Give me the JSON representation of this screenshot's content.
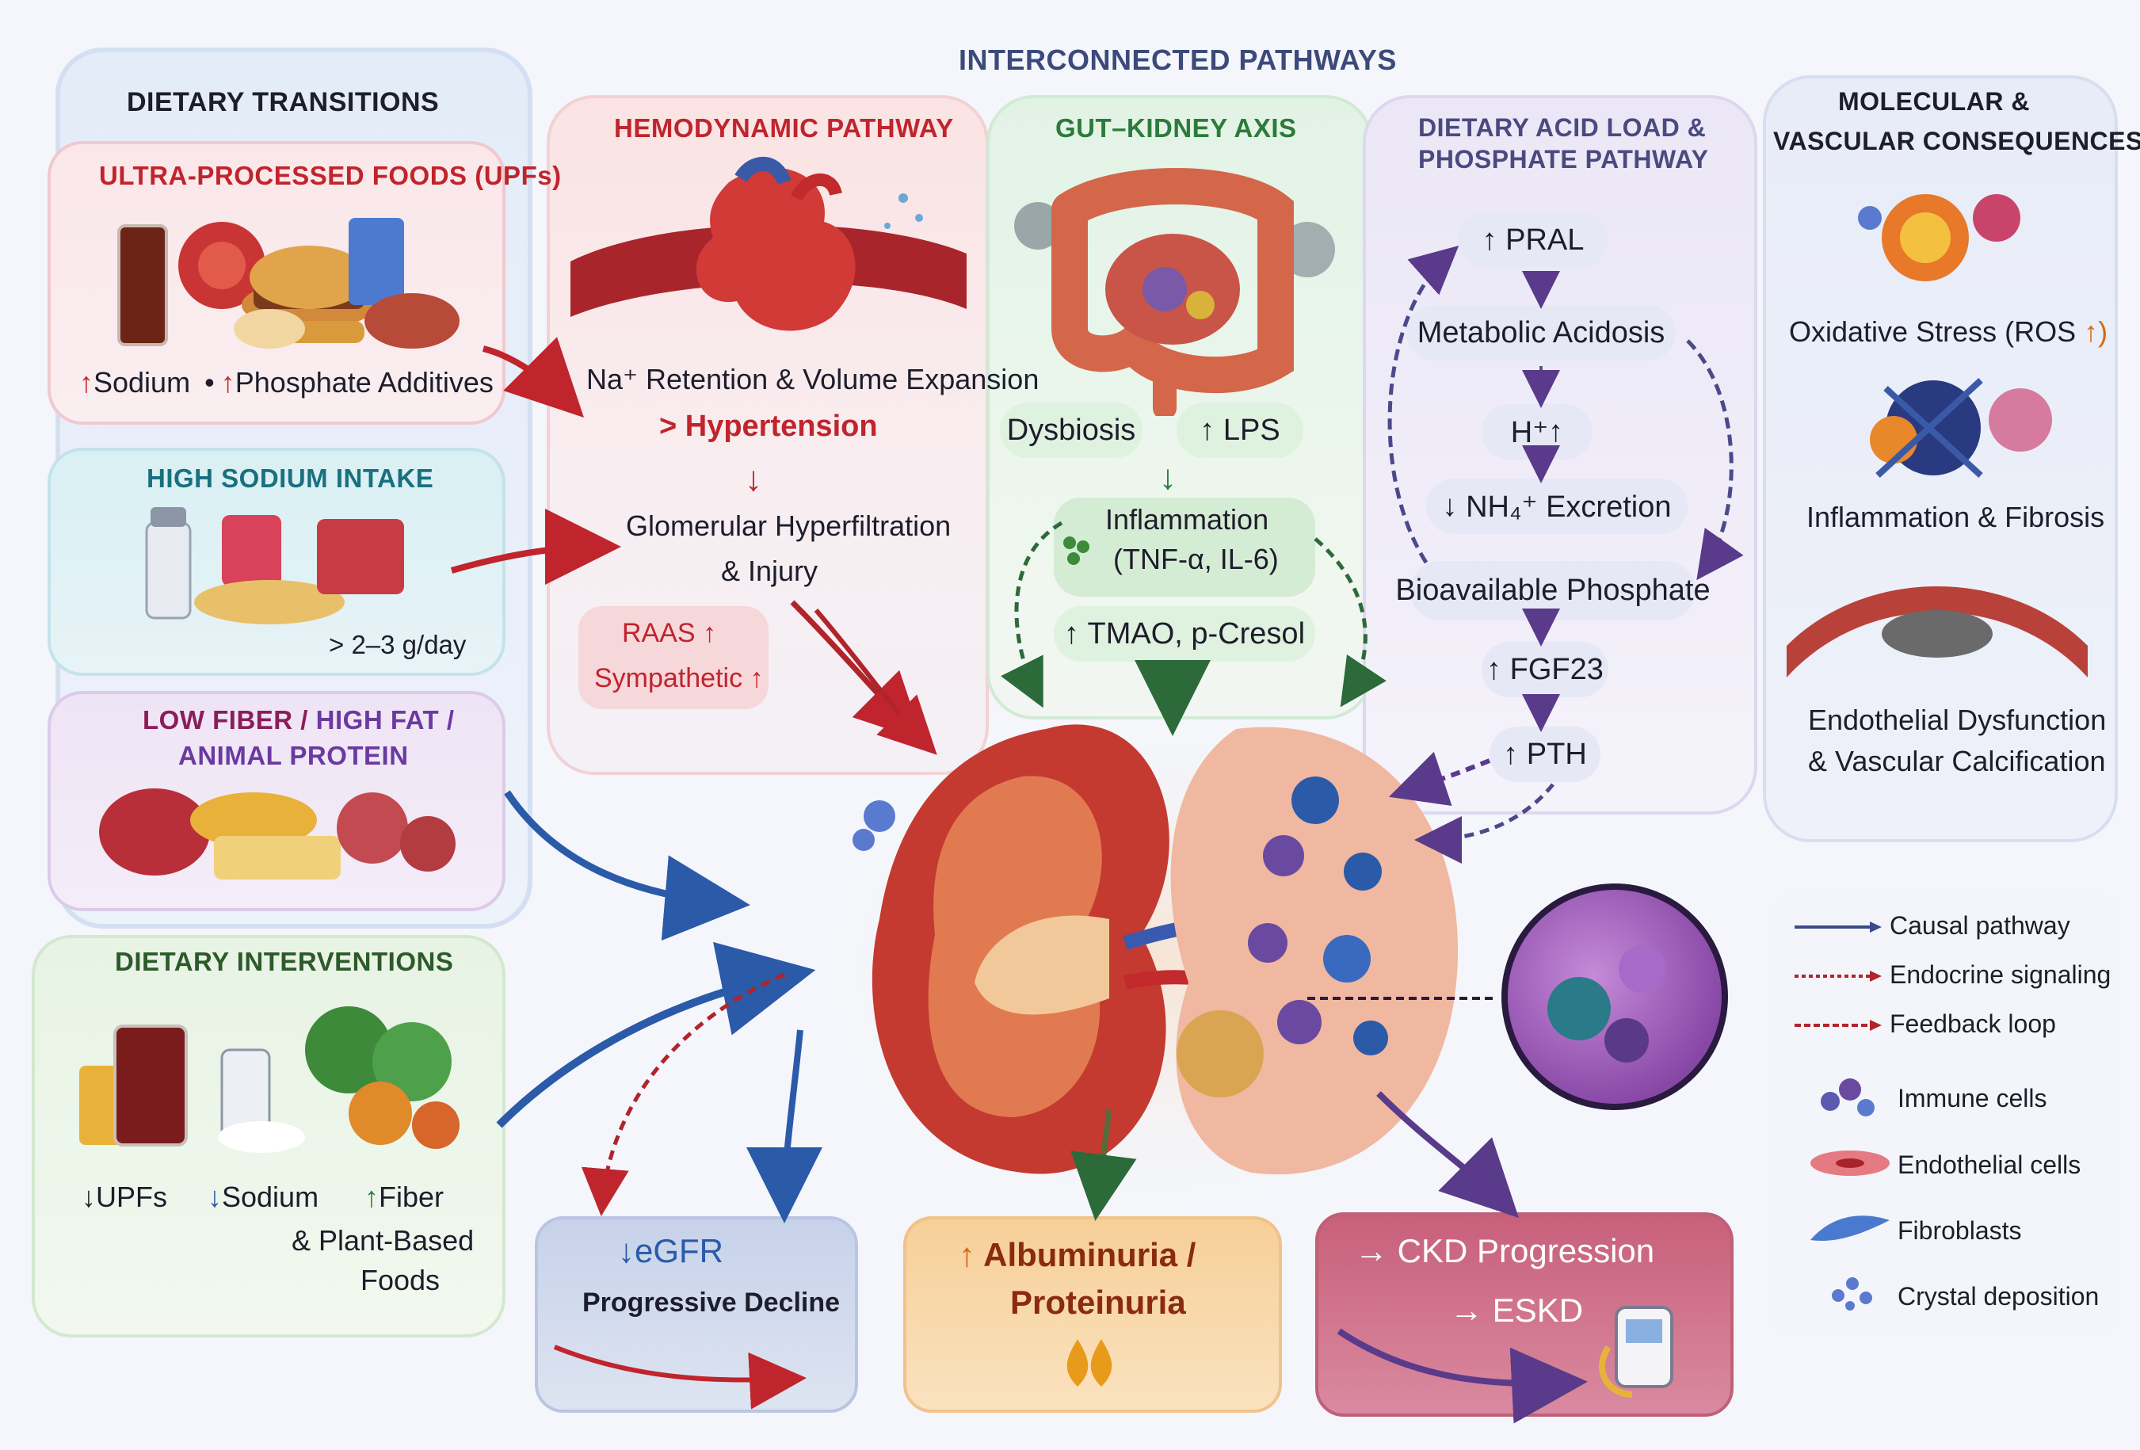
{
  "header": {
    "title": "INTERCONNECTED PATHWAYS"
  },
  "dietary_transitions": {
    "title": "DIETARY TRANSITIONS",
    "upf": {
      "title": "ULTRA-PROCESSED FOODS (UPFs)",
      "sodium": "Sodium",
      "phosphate": "Phosphate Additives",
      "bullet": "•"
    },
    "sodium": {
      "title": "HIGH SODIUM INTAKE",
      "amount": "> 2–3 g/day"
    },
    "fiber": {
      "title_a": "LOW FIBER /",
      "title_b": "HIGH FAT /",
      "title_c": "ANIMAL PROTEIN"
    }
  },
  "interventions": {
    "title": "DIETARY INTERVENTIONS",
    "upfs": "UPFs",
    "sodium": "Sodium",
    "fiber": "Fiber",
    "plant_a": "& Plant-Based",
    "plant_b": "Foods"
  },
  "hemodynamic": {
    "title": "HEMODYNAMIC PATHWAY",
    "retention": "Na⁺ Retention & Volume Expansion",
    "hypertension": "> Hypertension",
    "hyperfiltration_a": "Glomerular Hyperfiltration",
    "hyperfiltration_b": "& Injury",
    "raas": "RAAS",
    "sympathetic": "Sympathetic"
  },
  "gut_kidney": {
    "title": "GUT–KIDNEY AXIS",
    "dysbiosis": "Dysbiosis",
    "lps": "LPS",
    "inflammation_a": "Inflammation",
    "inflammation_b": "(TNF-α, IL-6)",
    "tmao": "TMAO, p-Cresol"
  },
  "acid_load": {
    "title_a": "DIETARY ACID LOAD &",
    "title_b": "PHOSPHATE PATHWAY",
    "pral": "PRAL",
    "acidosis": "Metabolic Acidosis",
    "h": "H⁺",
    "nh4": "NH₄⁺ Excretion",
    "phosphate": "Bioavailable Phosphate",
    "fgf23": "FGF23",
    "pth": "PTH"
  },
  "molecular": {
    "title_a": "MOLECULAR &",
    "title_b": "VASCULAR CONSEQUENCES",
    "oxidative": "Oxidative Stress (ROS",
    "inflammation": "Inflammation & Fibrosis",
    "endothelial_a": "Endothelial Dysfunction",
    "endothelial_b": "& Vascular Calcification"
  },
  "outcomes": {
    "egfr": "eGFR",
    "egfr_sub": "Progressive Decline",
    "albumin_a": "Albuminuria /",
    "albumin_b": "Proteinuria",
    "ckd": "CKD Progression",
    "eskd": "ESKD"
  },
  "legend": {
    "causal": "Causal pathway",
    "endocrine": "Endocrine signaling",
    "feedback": "Feedback loop",
    "immune": "Immune cells",
    "endothelial": "Endothelial cells",
    "fibroblasts": "Fibroblasts",
    "crystal": "Crystal deposition"
  },
  "symbols": {
    "up": "↑",
    "down": "↓",
    "right": "→"
  },
  "colors": {
    "red": "#c0242c",
    "blue": "#2a5aa8",
    "green": "#2d7a3a",
    "orange": "#d46a12",
    "purple": "#6a4aa0"
  }
}
